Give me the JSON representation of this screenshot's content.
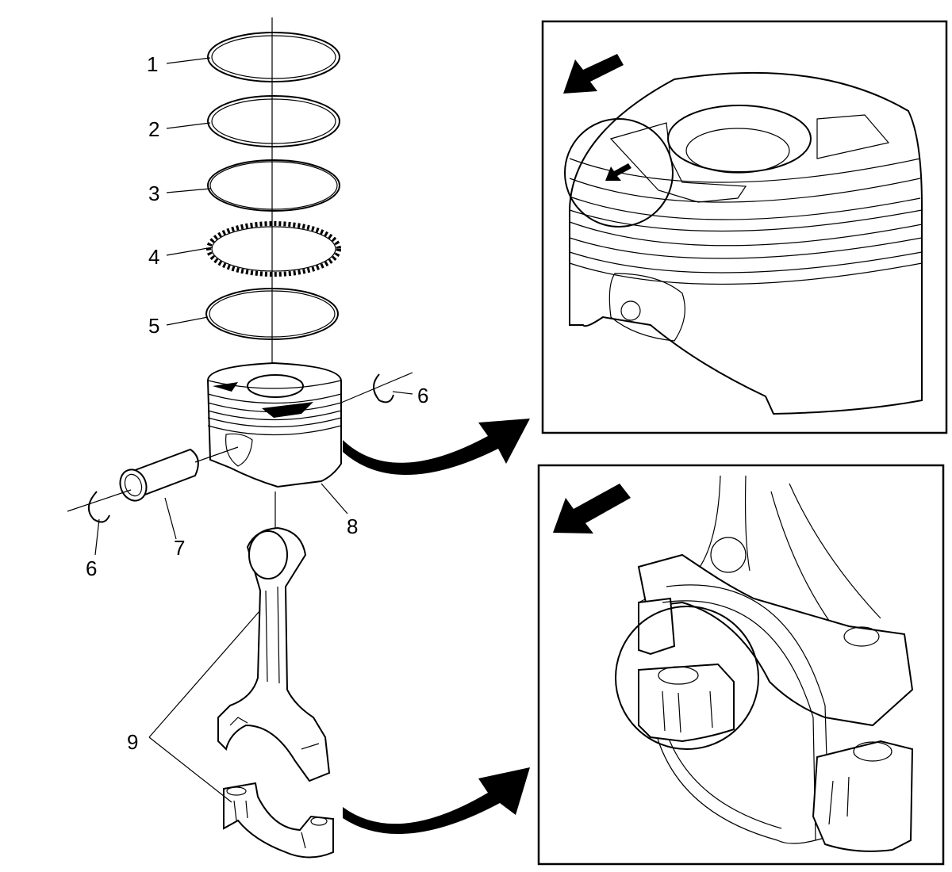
{
  "callouts": {
    "c1": "1",
    "c2": "2",
    "c3": "3",
    "c4": "4",
    "c5": "5",
    "c6a": "6",
    "c6b": "6",
    "c7": "7",
    "c8": "8",
    "c9": "9"
  },
  "colors": {
    "ink": "#000000",
    "paper": "#ffffff"
  },
  "icons": {
    "detail_arrow": "direction-arrow-icon",
    "flow_arrow": "curved-arrow-icon"
  }
}
